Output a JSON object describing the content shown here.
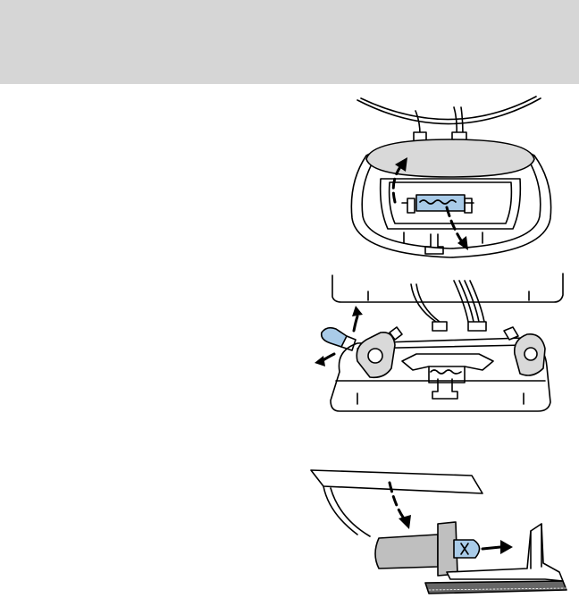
{
  "page": {
    "header_band_color": "#d6d6d6",
    "background_color": "#ffffff"
  },
  "illustrations": [
    {
      "name": "dome-lamp-bulb-replacement",
      "icon": "dome-lamp-illustration"
    },
    {
      "name": "map-lamp-bulb-replacement",
      "icon": "map-lamp-illustration"
    },
    {
      "name": "cargo-lamp-bulb-replacement",
      "icon": "cargo-lamp-illustration"
    }
  ],
  "colors": {
    "line": "#000000",
    "bulb_fill": "#a9cbe8",
    "housing_fill": "#d9d9d9",
    "shadow_fill": "#bfbfbf"
  }
}
